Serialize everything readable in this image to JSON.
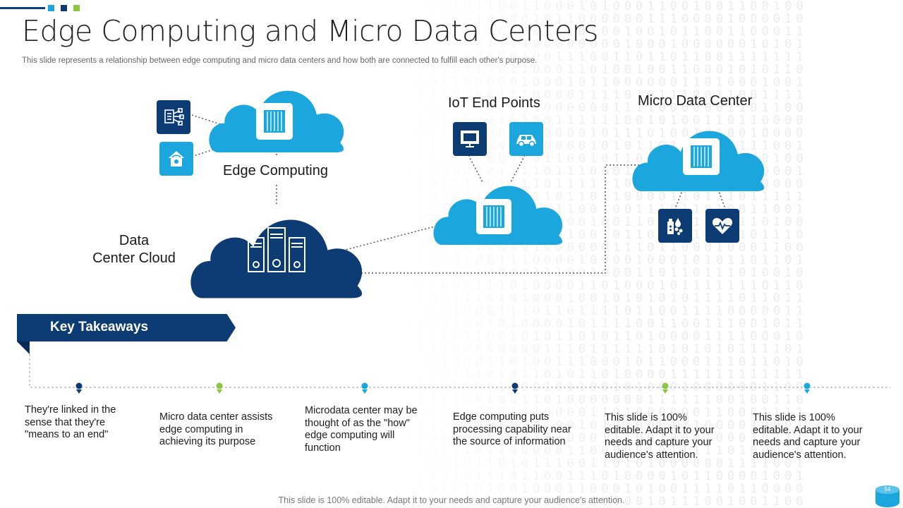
{
  "title": "Edge Computing and Micro Data Centers",
  "subtitle": "This slide represents a relationship between edge computing and micro data centers and how both are connected to fulfill each other's purpose.",
  "colors": {
    "dark_blue": "#0d3b73",
    "light_blue": "#1ba6dd",
    "green": "#8cc63e"
  },
  "diagram": {
    "edge_computing": {
      "label": "Edge Computing",
      "icons": [
        "network-device-icon",
        "smart-home-icon",
        "server-icon"
      ]
    },
    "data_center_cloud": {
      "label_line1": "Data",
      "label_line2": "Center Cloud",
      "icons": [
        "server-rack-icon"
      ]
    },
    "iot_end_points": {
      "label": "IoT End Points",
      "icons": [
        "monitor-icon",
        "car-icon",
        "server-icon"
      ]
    },
    "micro_data_center": {
      "label": "Micro Data Center",
      "icons": [
        "server-icon",
        "medical-devices-icon",
        "heart-rate-icon"
      ]
    }
  },
  "key_takeaways": {
    "heading": "Key Takeaways",
    "items": [
      {
        "text": "They're linked in the sense that they're \"means to an end\"",
        "marker_color": "#0d3b73"
      },
      {
        "text": "Micro data center assists edge computing in achieving its purpose",
        "marker_color": "#8cc63e"
      },
      {
        "text": "Microdata center may be thought of as the \"how\" edge computing will function",
        "marker_color": "#1ba6dd"
      },
      {
        "text": "Edge computing puts processing capability near the source of information",
        "marker_color": "#0d3b73"
      },
      {
        "text": "This slide is 100% editable. Adapt it to your needs and capture your audience's attention.",
        "marker_color": "#8cc63e"
      },
      {
        "text": "This slide is 100% editable. Adapt it to your needs and capture your audience's attention.",
        "marker_color": "#1ba6dd"
      }
    ]
  },
  "footer": "This slide is 100% editable. Adapt it to your needs and capture your audience's attention.",
  "page_number": "54"
}
